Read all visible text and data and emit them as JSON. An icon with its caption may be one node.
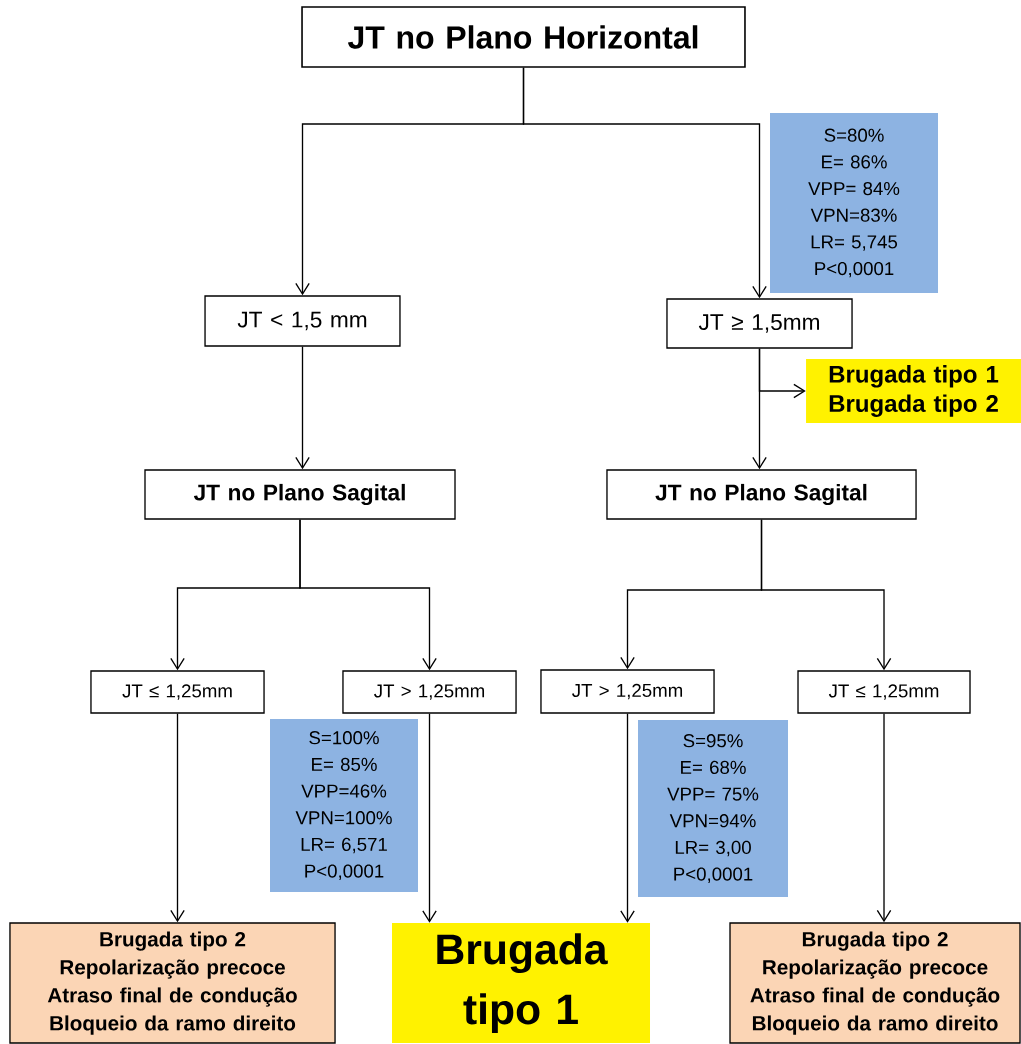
{
  "diagram": {
    "nodes": [
      {
        "text": [
          "JT no Plano Horizontal"
        ]
      },
      {
        "text": [
          "S=80%",
          "E= 86%",
          "VPP= 84%",
          "VPN=83%",
          "LR= 5,745",
          "P<0,0001"
        ]
      },
      {
        "text": [
          "JT < 1,5 mm"
        ]
      },
      {
        "text": [
          "JT ≥ 1,5mm"
        ]
      },
      {
        "text": [
          "Brugada tipo 1",
          "Brugada tipo 2"
        ]
      },
      {
        "text": [
          "JT no Plano Sagital"
        ]
      },
      {
        "text": [
          "JT no Plano Sagital"
        ]
      },
      {
        "text": [
          "JT ≤ 1,25mm"
        ]
      },
      {
        "text": [
          "JT > 1,25mm"
        ]
      },
      {
        "text": [
          "JT > 1,25mm"
        ]
      },
      {
        "text": [
          "JT ≤ 1,25mm"
        ]
      },
      {
        "text": [
          "S=100%",
          "E= 85%",
          "VPP=46%",
          "VPN=100%",
          "LR= 6,571",
          "P<0,0001"
        ]
      },
      {
        "text": [
          "S=95%",
          "E= 68%",
          "VPP= 75%",
          "VPN=94%",
          "LR= 3,00",
          "P<0,0001"
        ]
      },
      {
        "text": [
          "Brugada tipo 2",
          "Repolarização precoce",
          "Atraso final de condução",
          "Bloqueio da ramo direito"
        ]
      },
      {
        "text": [
          "Brugada tipo 1"
        ]
      },
      {
        "text": [
          "Brugada tipo 2",
          "Repolarização precoce",
          "Atraso final de condução",
          "Bloqueio da ramo direito"
        ]
      }
    ],
    "edges": [
      {
        "from": 0,
        "to": 2,
        "arrow": "to"
      },
      {
        "from": 0,
        "to": 3,
        "arrow": "to"
      },
      {
        "from": 2,
        "to": 5,
        "arrow": "to"
      },
      {
        "from": 3,
        "to": 4,
        "arrow": "to"
      },
      {
        "from": 3,
        "to": 6,
        "arrow": "to"
      },
      {
        "from": 5,
        "to": 7,
        "arrow": "to"
      },
      {
        "from": 5,
        "to": 8,
        "arrow": "to"
      },
      {
        "from": 6,
        "to": 9,
        "arrow": "to"
      },
      {
        "from": 6,
        "to": 10,
        "arrow": "to"
      },
      {
        "from": 7,
        "to": 13,
        "arrow": "to"
      },
      {
        "from": 8,
        "to": 14,
        "arrow": "to"
      },
      {
        "from": 9,
        "to": 14,
        "arrow": "to"
      },
      {
        "from": 10,
        "to": 15,
        "arrow": "to"
      }
    ]
  }
}
